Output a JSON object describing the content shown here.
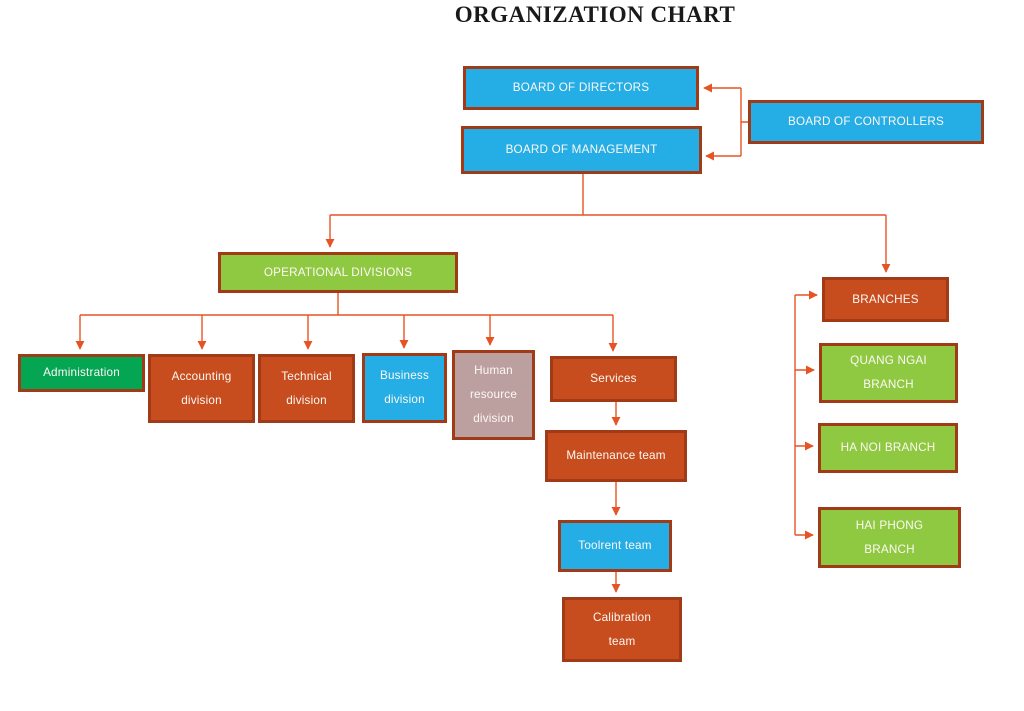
{
  "title": "ORGANIZATION CHART",
  "colors": {
    "blue": "#25ade5",
    "orange": "#c74d1e",
    "green": "#8fc942",
    "emerald": "#04a553",
    "mauve": "#bca0a0",
    "border": "#a03a17",
    "connector": "#e65425",
    "label_text": "#fdf8f4",
    "title_text": "#1a1a1a"
  },
  "nodes": {
    "board_of_directors": {
      "label": "BOARD OF DIRECTORS",
      "fill": "blue"
    },
    "board_of_management": {
      "label": "BOARD OF MANAGEMENT",
      "fill": "blue"
    },
    "board_of_controllers": {
      "label": "BOARD OF CONTROLLERS",
      "fill": "blue"
    },
    "operational_divisions": {
      "label": "OPERATIONAL DIVISIONS",
      "fill": "green"
    },
    "branches": {
      "label": "BRANCHES",
      "fill": "orange"
    },
    "quang_ngai_branch": {
      "label": "QUANG NGAI BRANCH",
      "fill": "green"
    },
    "ha_noi_branch": {
      "label": "HA NOI BRANCH",
      "fill": "green"
    },
    "hai_phong_branch": {
      "label": "HAI PHONG BRANCH",
      "fill": "green"
    },
    "administration": {
      "label": "Administration",
      "fill": "emerald"
    },
    "accounting_division": {
      "label": "Accounting division",
      "fill": "orange"
    },
    "technical_division": {
      "label": "Technical division",
      "fill": "orange"
    },
    "business_division": {
      "label": "Business division",
      "fill": "blue"
    },
    "human_resource_division": {
      "label": "Human resource division",
      "fill": "mauve"
    },
    "services": {
      "label": "Services",
      "fill": "orange"
    },
    "maintenance_team": {
      "label": "Maintenance team",
      "fill": "orange"
    },
    "toolrent_team": {
      "label": "Toolrent team",
      "fill": "blue"
    },
    "calibration_team": {
      "label": "Calibration team",
      "fill": "orange"
    }
  }
}
